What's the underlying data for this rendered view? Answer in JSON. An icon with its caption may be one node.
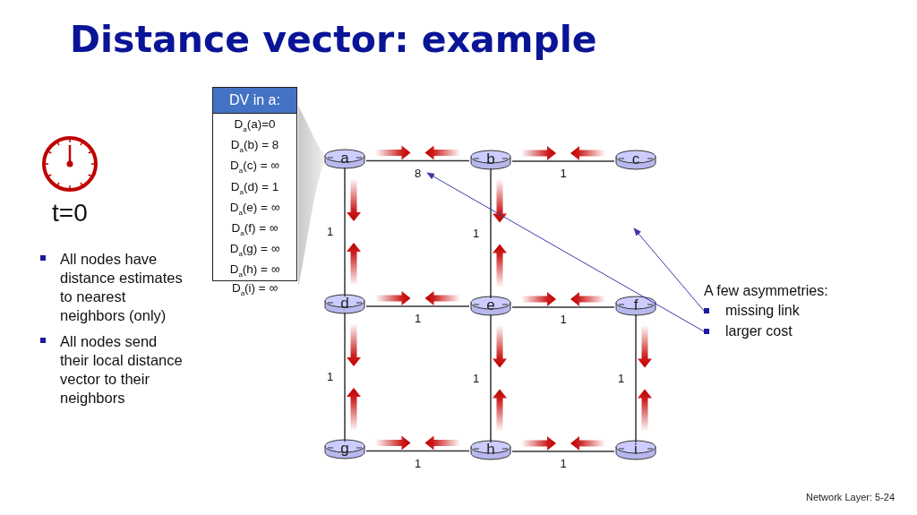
{
  "diagram": {
    "title": "Distance vector: example",
    "nodes": [
      {
        "text": [
          "DV in a:",
          "D$_{a}$(a)=0",
          "D$_{a}$(b) = 8",
          "D$_{a}$(c) = ∞",
          "D$_{a}$(d) = 1",
          "D$_{a}$(e) = ∞",
          "D$_{a}$(f) = ∞",
          "D$_{a}$(g) = ∞",
          "D$_{a}$(h) = ∞",
          "D$_{a}$(i) = ∞"
        ]
      },
      {
        "text": [
          "a"
        ]
      },
      {
        "text": [
          "b"
        ]
      },
      {
        "text": [
          "c"
        ]
      },
      {
        "text": [
          "d"
        ]
      },
      {
        "text": [
          "e"
        ]
      },
      {
        "text": [
          "f"
        ]
      },
      {
        "text": [
          "g"
        ]
      },
      {
        "text": [
          "h"
        ]
      },
      {
        "text": [
          "i"
        ]
      },
      {
        "text": [
          "missing link"
        ]
      },
      {
        "text": [
          "larger cost"
        ]
      }
    ],
    "edges": [
      {
        "from": 1,
        "to": 2,
        "arrow": "none",
        "label": "8"
      },
      {
        "from": 2,
        "to": 3,
        "arrow": "none",
        "label": "1"
      },
      {
        "from": 1,
        "to": 4,
        "arrow": "none",
        "label": "1"
      },
      {
        "from": 2,
        "to": 5,
        "arrow": "none",
        "label": "1"
      },
      {
        "from": 4,
        "to": 5,
        "arrow": "none",
        "label": "1"
      },
      {
        "from": 5,
        "to": 6,
        "arrow": "none",
        "label": "1"
      },
      {
        "from": 4,
        "to": 7,
        "arrow": "none",
        "label": "1"
      },
      {
        "from": 5,
        "to": 8,
        "arrow": "none",
        "label": "1"
      },
      {
        "from": 6,
        "to": 9,
        "arrow": "none",
        "label": "1"
      },
      {
        "from": 7,
        "to": 8,
        "arrow": "none",
        "label": "1"
      },
      {
        "from": 8,
        "to": 9,
        "arrow": "none",
        "label": "1"
      },
      {
        "from": 10,
        "to": null,
        "arrow": "to",
        "color": "#3a3aa8"
      },
      {
        "from": 11,
        "to": null,
        "arrow": "to",
        "color": "#3a3aa8"
      }
    ],
    "labels": [
      "t=0",
      "All nodes have distance estimates to nearest neighbors (only)",
      "All nodes send their local distance vector to their neighbors",
      "A few asymmetries:",
      "Network Layer: 5-24"
    ]
  }
}
